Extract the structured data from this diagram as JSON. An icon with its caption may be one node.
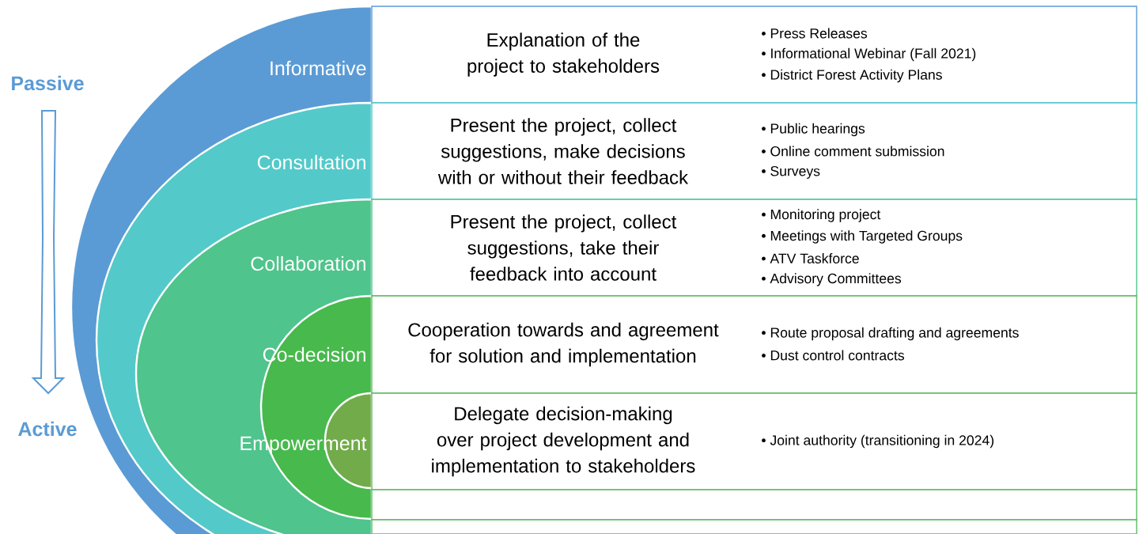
{
  "diagram": {
    "nodes": [
      {
        "text": [
          "Informative"
        ]
      },
      {
        "text": [
          "Consultation"
        ],
        "in": 0
      },
      {
        "text": [
          "Collaboration"
        ],
        "in": 1
      },
      {
        "text": [
          "Co-decision"
        ],
        "in": 2
      },
      {
        "text": [
          "Empowerment"
        ],
        "in": 3
      },
      {
        "text": [
          "Explanation of the project to stakeholders",
          "• Press Releases",
          "• Informational Webinar (Fall 2021)",
          "• District Forest Activity Plans"
        ]
      },
      {
        "text": [
          "Present the project, collect suggestions, make decisions with or without their feedback",
          "• Public hearings",
          "• Online comment submission",
          "• Surveys"
        ]
      },
      {
        "text": [
          "Present the project, collect suggestions, take their feedback into account",
          "• Monitoring project",
          "• Meetings with Targeted Groups",
          "• ATV Taskforce",
          "• Advisory Committees"
        ]
      },
      {
        "text": [
          "Cooperation towards and agreement for solution and implementation",
          "• Route proposal drafting and agreements",
          "• Dust control contracts"
        ]
      },
      {
        "text": [
          "Delegate decision-making over project development and implementation to stakeholders",
          "• Joint authority (transitioning in 2024)"
        ]
      },
      {
        "text": [],
        "shape": "box"
      },
      {
        "text": [],
        "shape": "box"
      }
    ],
    "labels": [
      "Passive",
      "Active"
    ]
  }
}
